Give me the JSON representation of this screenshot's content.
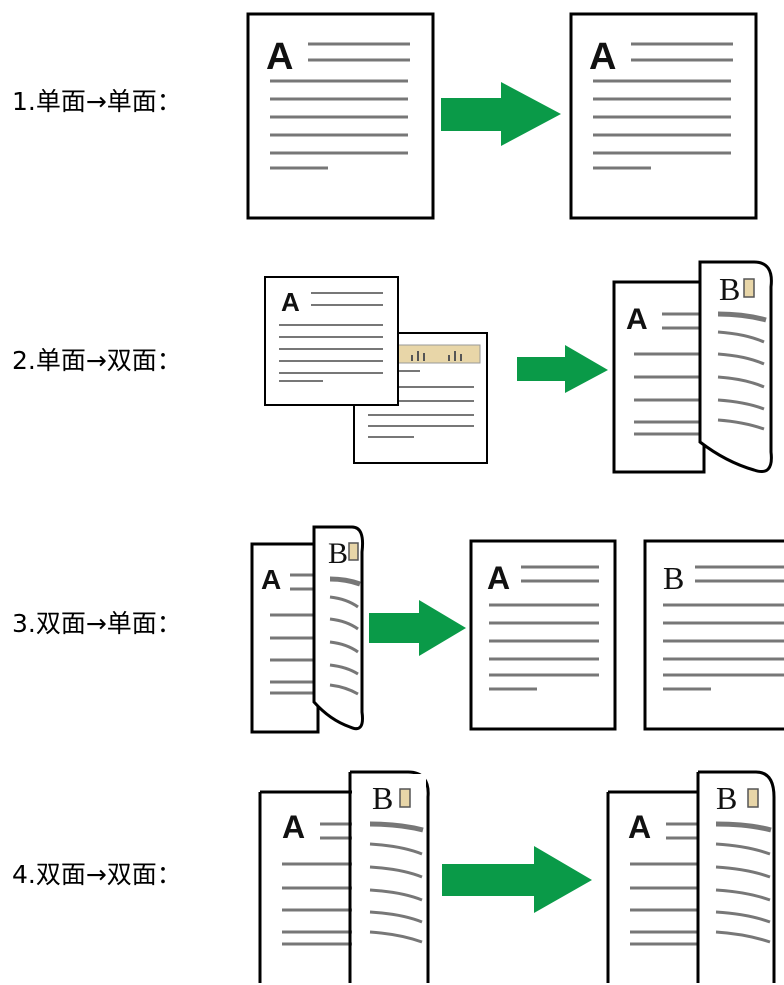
{
  "modes": [
    {
      "label": "1.单面→单面："
    },
    {
      "label": "2.单面→双面："
    },
    {
      "label": "3.双面→单面："
    },
    {
      "label": "4.双面→双面："
    }
  ],
  "page_letters": {
    "front": "A",
    "back": "B"
  },
  "colors": {
    "arrow": "#0a9a48",
    "line": "#777777",
    "chart_bg": "#e8d6a8",
    "border": "#000000"
  }
}
